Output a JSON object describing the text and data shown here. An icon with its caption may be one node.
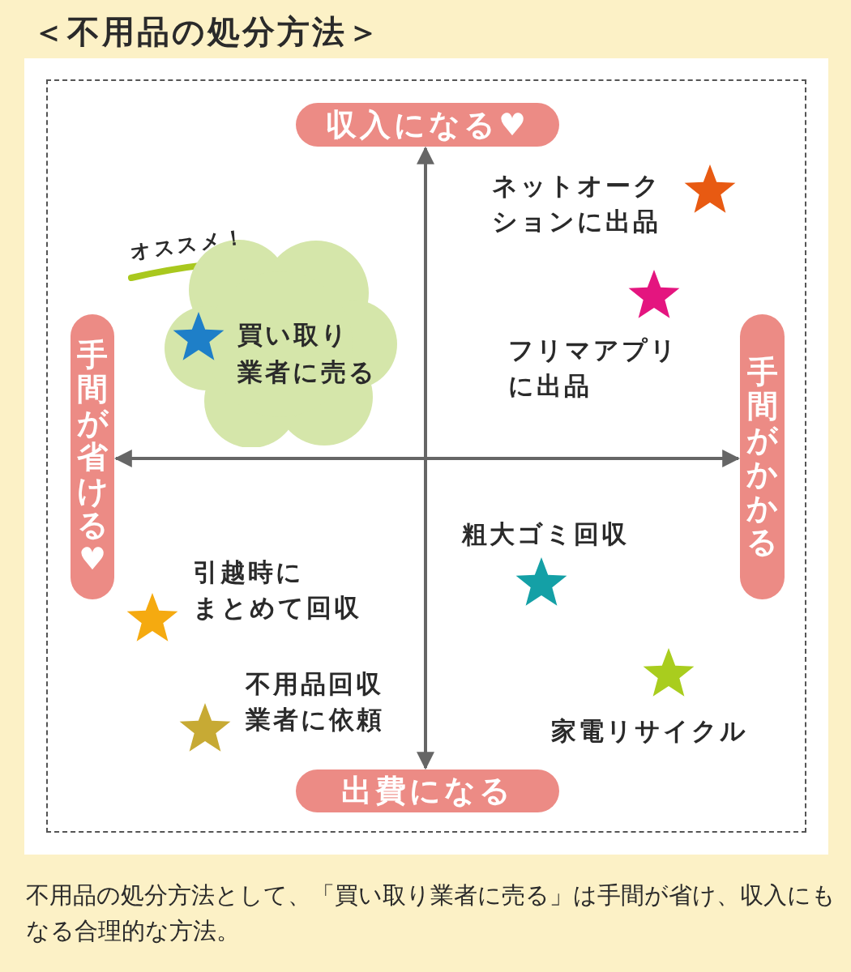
{
  "diagram": {
    "title": "＜不用品の処分方法＞",
    "caption": "不用品の処分方法として、「買い取り業者に売る」は手間が省け、収入にもなる合理的な方法。",
    "nodes": [
      {
        "text": [
          "収入になる♥"
        ]
      },
      {
        "text": [
          "手間が省ける♥"
        ]
      },
      {
        "text": [
          "買い取り業者に売る"
        ]
      },
      {
        "text": [
          "手間がかかる"
        ]
      },
      {
        "text": [
          "出費になる"
        ]
      }
    ],
    "edges": [
      {
        "from": 0,
        "to": 4,
        "arrow": "both"
      },
      {
        "from": 1,
        "to": 3,
        "arrow": "both"
      }
    ],
    "labels": [
      "ネットオークションに出品",
      "オススメ！",
      "フリマアプリに出品",
      "粗大ゴミ回収",
      "引越時にまとめて回収",
      "不用品回収業者に依頼",
      "家電リサイクル"
    ]
  }
}
